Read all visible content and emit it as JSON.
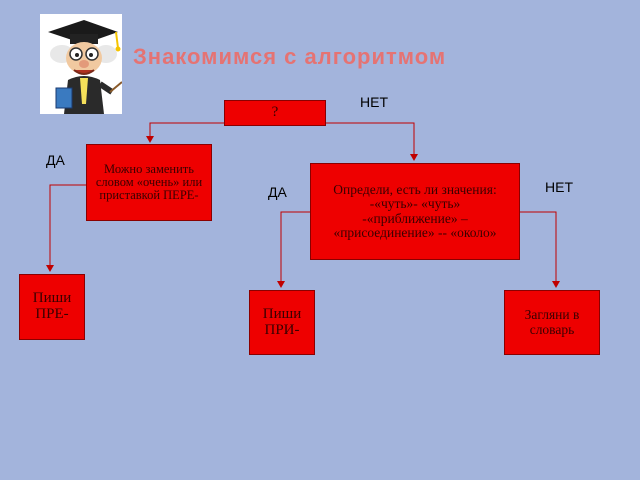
{
  "title": "Знакомимся с алгоритмом",
  "nodes": {
    "question": "?",
    "replace_check": "Можно заменить словом «очень» или приставкой ПЕРЕ-",
    "meaning_check": "Определи, есть ли значения: -«чуть»- «чуть» -«приближение» – «присоединение» -- «около»",
    "write_pre": "Пиши ПРЕ-",
    "write_pri": "Пиши ПРИ-",
    "dictionary": "Загляни в словарь"
  },
  "labels": {
    "yes_left": "ДА",
    "no_top": "НЕТ",
    "yes_mid": "ДА",
    "no_right": "НЕТ"
  },
  "colors": {
    "box_fill": "#ee0000",
    "box_border": "#8a0000",
    "background": "#a3b4dc",
    "title": "#e57373",
    "arrow": "#c00000"
  },
  "logo": {
    "icon": "professor-mascot-icon"
  }
}
